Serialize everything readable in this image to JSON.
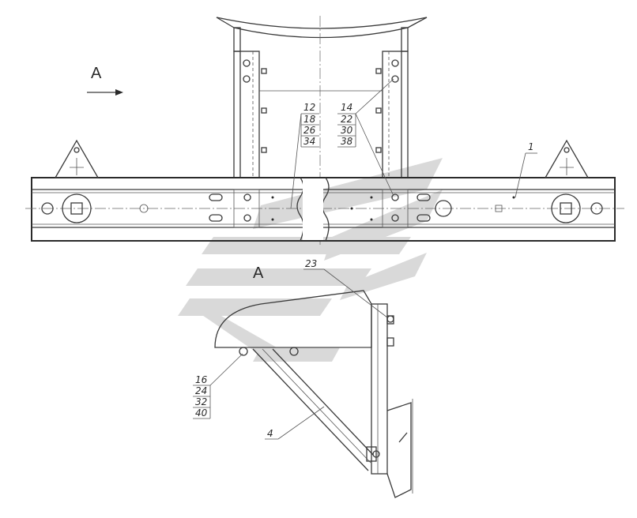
{
  "view_label_top": "A",
  "view_label_section": "A",
  "callouts": {
    "group_left": [
      "12",
      "18",
      "26",
      "34"
    ],
    "group_mid": [
      "14",
      "22",
      "30",
      "38"
    ],
    "group_bottom": [
      "16",
      "24",
      "32",
      "40"
    ],
    "part_1": "1",
    "part_4": "4",
    "part_23": "23"
  }
}
